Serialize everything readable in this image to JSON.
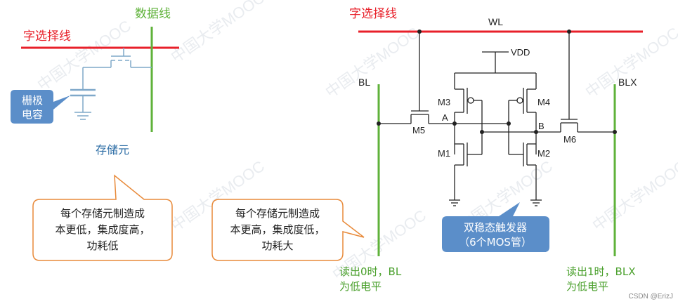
{
  "left_cell": {
    "word_line_label": "字选择线",
    "data_line_label": "数据线",
    "gate_cap_label_1": "栅极",
    "gate_cap_label_2": "电容",
    "cell_label": "存储元",
    "callout_line_1": "每个存储元制造成",
    "callout_line_2": "本更低，集成度高，",
    "callout_line_3": "功耗低"
  },
  "right_cell": {
    "word_line_label": "字选择线",
    "wl_label": "WL",
    "vdd_label": "VDD",
    "bl_label": "BL",
    "blx_label": "BLX",
    "node_a": "A",
    "node_b": "B",
    "m1": "M1",
    "m2": "M2",
    "m3": "M3",
    "m4": "M4",
    "m5": "M5",
    "m6": "M6",
    "callout_line_1": "每个存储元制造成",
    "callout_line_2": "本更高，集成度低，",
    "callout_line_3": "功耗大",
    "flipflop_line_1": "双稳态触发器",
    "flipflop_line_2": "（6个MOS管）",
    "read0_line_1": "读出0时，BL",
    "read0_line_2": "为低电平",
    "read1_line_1": "读出1时，BLX",
    "read1_line_2": "为低电平"
  },
  "watermark": "中国大学MOOC",
  "credit": "CSDN @ErizJ",
  "colors": {
    "word_line": "#e8202a",
    "data_line": "#5fb23a",
    "cell_wire": "#7fa8c9",
    "label_blue": "#2e6ea6",
    "callout_border": "#e88a3a",
    "badge_fill": "#5b8ec9",
    "text_green": "#4aa02c"
  }
}
